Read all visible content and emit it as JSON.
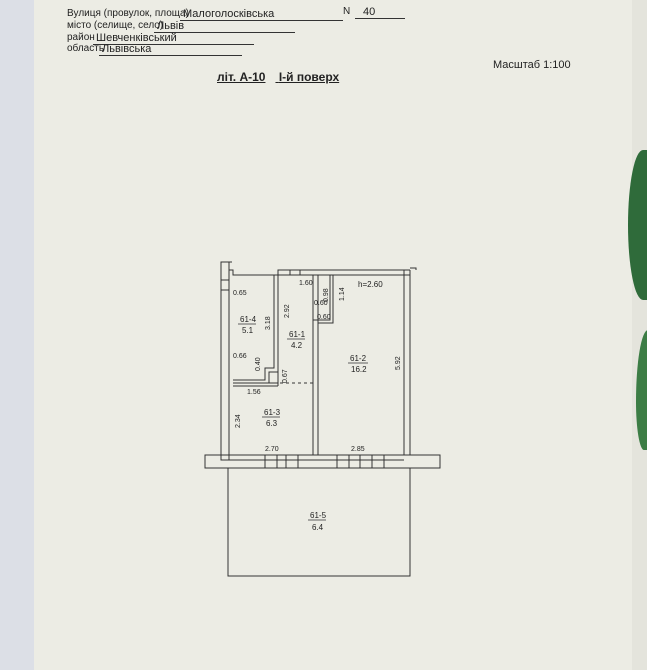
{
  "header": {
    "street_label": "Вулиця (провулок, площа)",
    "street_value": "Малоголосківська",
    "number_label": "N",
    "number_value": "40",
    "city_label": "місто (селище, село)",
    "city_value": "Львів",
    "district_label": "район",
    "district_value": "Шевченківський",
    "region_label": "область",
    "region_value": "Львівська"
  },
  "title": {
    "liter": "літ. А-10",
    "floor": "І-й поверх"
  },
  "scale_label": "Масштаб 1:100",
  "plan": {
    "height_label": "h=2.60",
    "rooms": [
      {
        "id": "61-4",
        "area": "5.1"
      },
      {
        "id": "61-1",
        "area": "4.2"
      },
      {
        "id": "61-2",
        "area": "16.2"
      },
      {
        "id": "61-3",
        "area": "6.3"
      },
      {
        "id": "61-5",
        "area": "6.4"
      }
    ],
    "dims": {
      "d065": "0.65",
      "d318": "3.18",
      "d292": "2.92",
      "d160": "1.60",
      "d060a": "0.60",
      "d098": "0.98",
      "d114": "1.14",
      "d060b": "0.60",
      "d066": "0.66",
      "d040": "0.40",
      "d067": "0.67",
      "d156": "1.56",
      "d234": "2.34",
      "d592": "5.92",
      "d270": "2.70",
      "d285": "2.85"
    }
  }
}
